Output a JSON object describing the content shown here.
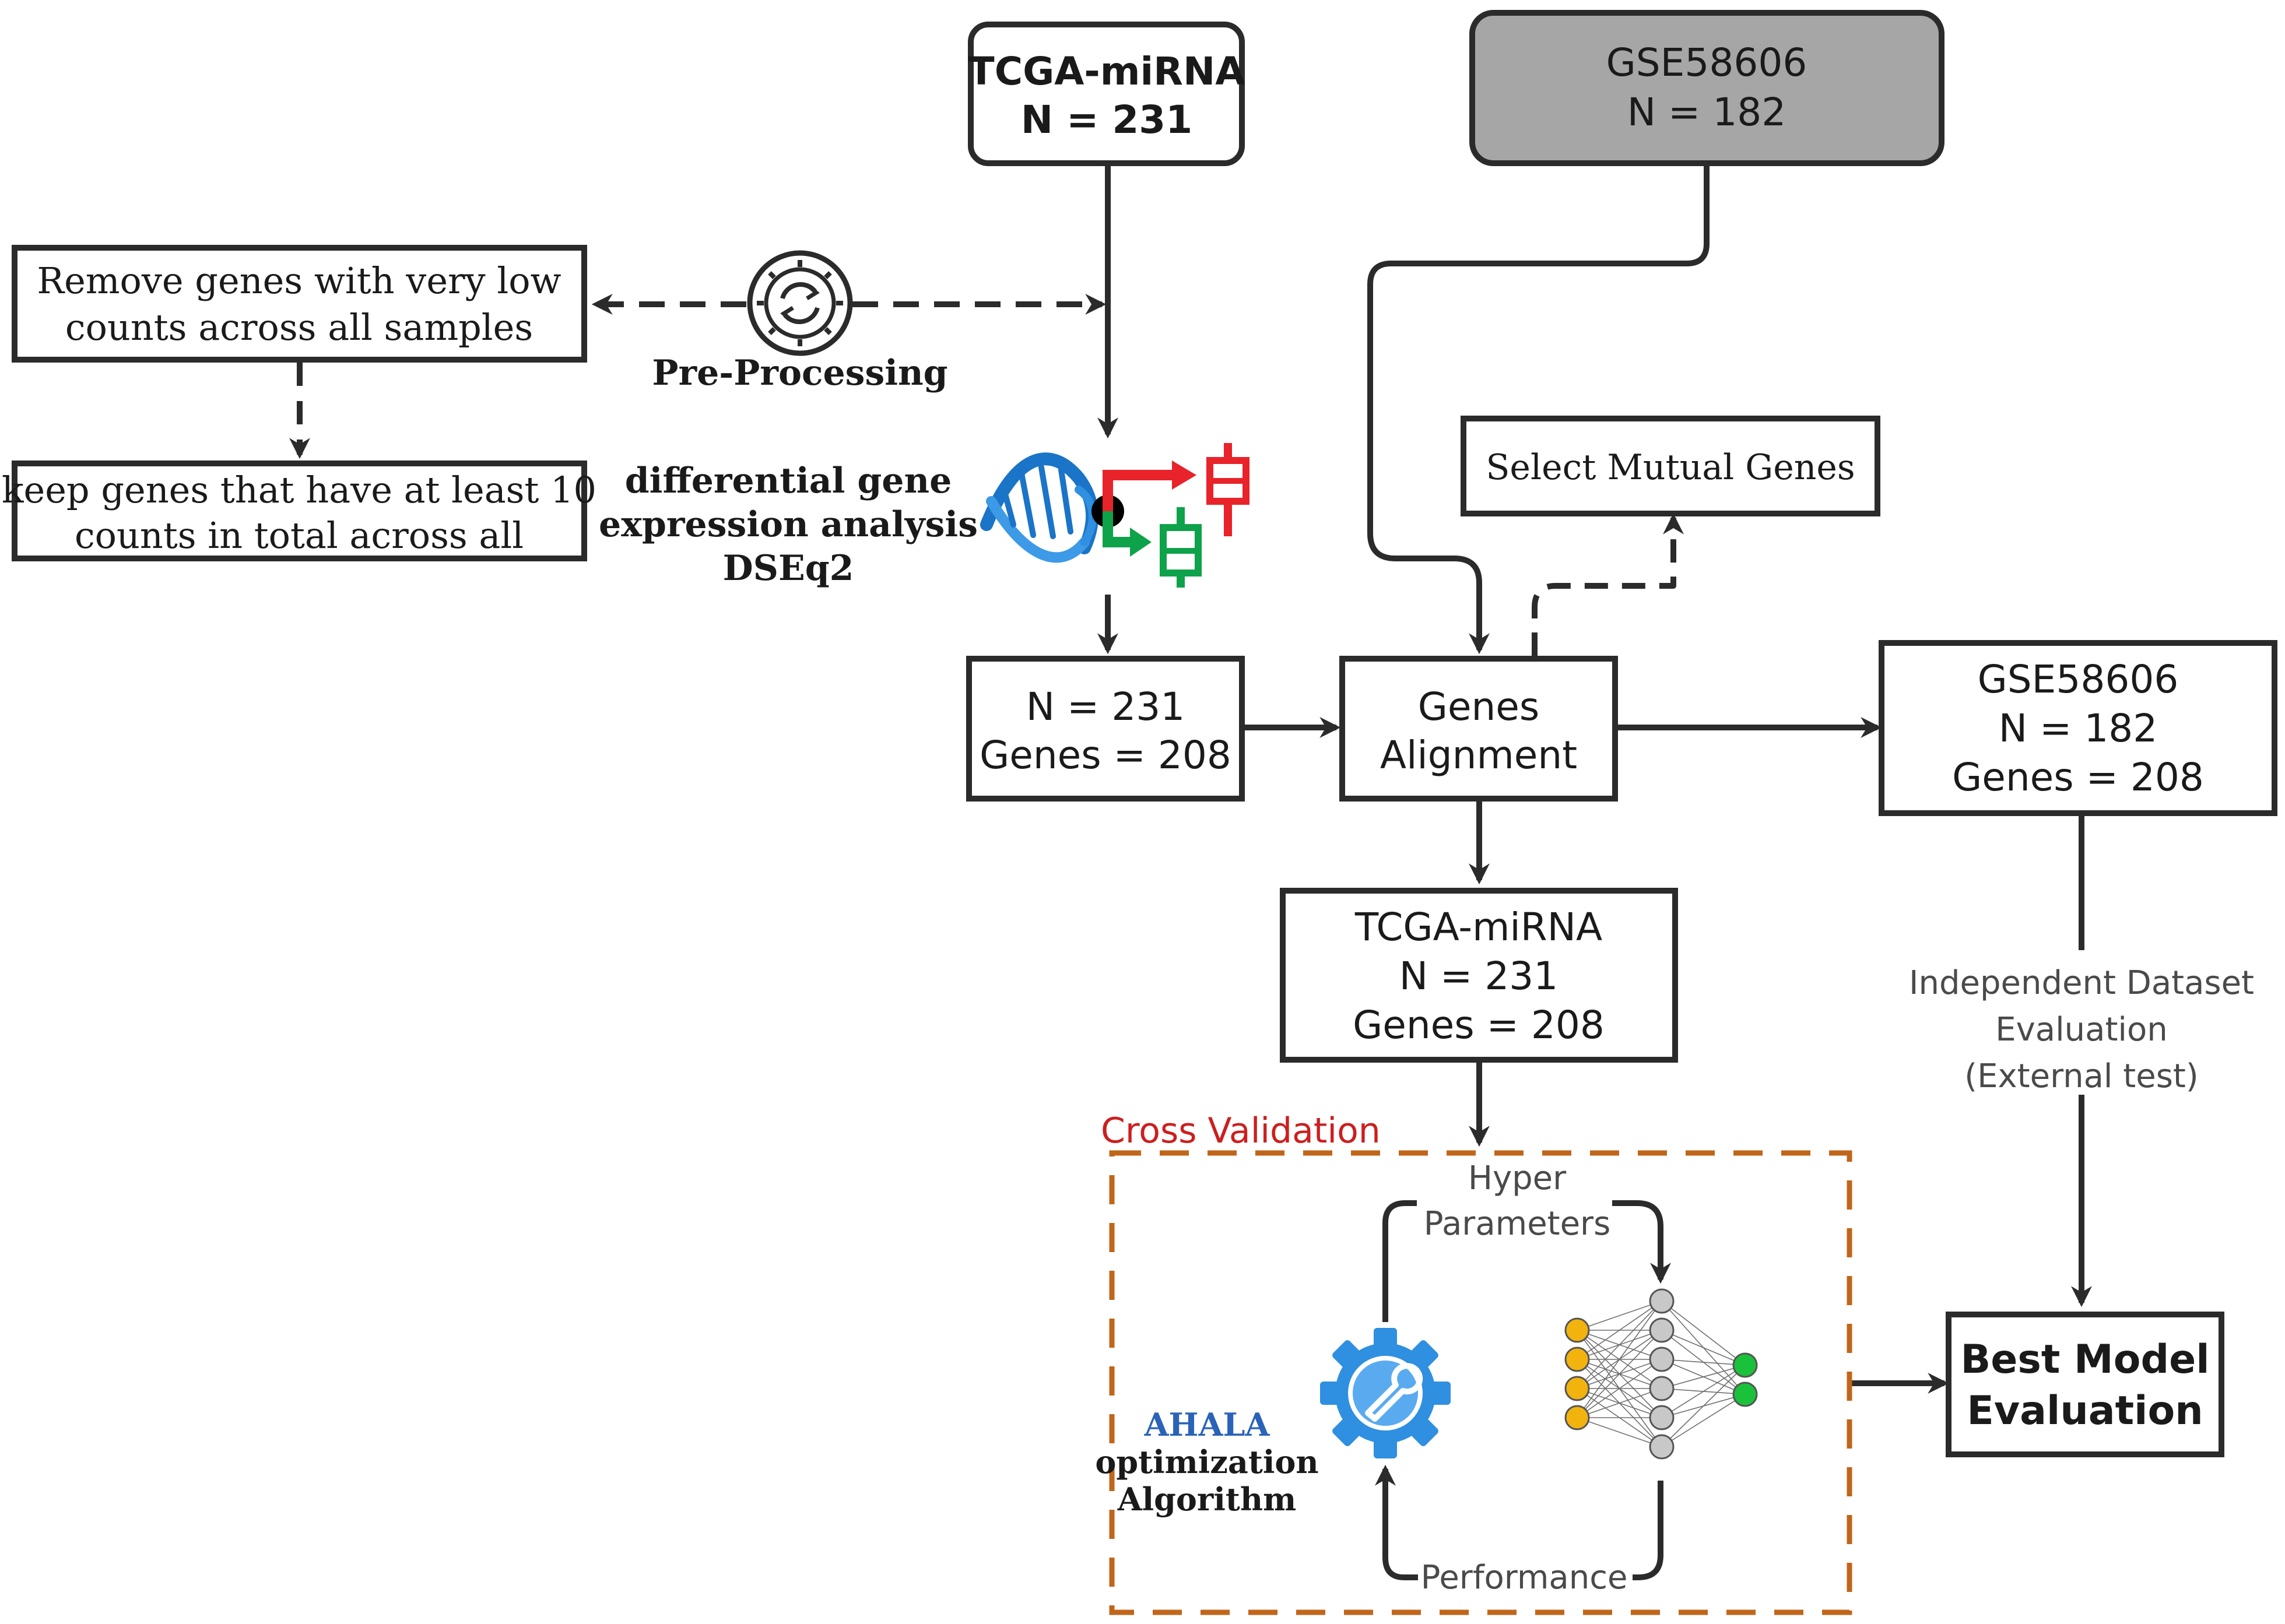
{
  "nodes": {
    "tcga_source": {
      "line1": "TCGA-miRNA",
      "line2": "N = 231"
    },
    "gse_source": {
      "line1": "GSE58606",
      "line2": "N = 182"
    },
    "remove_genes": {
      "line1": "Remove genes with very low",
      "line2": "counts across all samples"
    },
    "keep_genes": {
      "line1": "keep genes that have at least 10",
      "line2": "counts in total across all"
    },
    "preprocessing": {
      "label": "Pre-Processing"
    },
    "dge": {
      "line1": "differential gene",
      "line2": "expression analysis",
      "line3": "DSEq2"
    },
    "filtered": {
      "line1": "N = 231",
      "line2": "Genes = 208"
    },
    "alignment": {
      "line1": "Genes",
      "line2": "Alignment"
    },
    "mutual": {
      "label": "Select Mutual Genes"
    },
    "gse_aligned": {
      "line1": "GSE58606",
      "line2": "N = 182",
      "line3": "Genes = 208"
    },
    "tcga_aligned": {
      "line1": "TCGA-miRNA",
      "line2": "N = 231",
      "line3": "Genes = 208"
    },
    "independent": {
      "line1": "Independent Dataset",
      "line2": "Evaluation",
      "line3": "(External test)"
    },
    "cross_validation": {
      "label": "Cross Validation"
    },
    "hyper": {
      "line1": "Hyper",
      "line2": "Parameters"
    },
    "performance": {
      "label": "Performance"
    },
    "ahala": {
      "line1": "AHALA",
      "line2": "optimization",
      "line3": "Algorithm"
    },
    "best_model": {
      "line1": "Best Model",
      "line2": "Evaluation"
    }
  },
  "colors": {
    "stroke": "#2b2b2b",
    "gse_fill": "#a6a6a6",
    "cv_border": "#c0661a",
    "cv_label": "#cc1f1f",
    "ahala": "#2a63b8",
    "gear_blue": "#2f8fe0",
    "dna_blue": "#1a74c7",
    "red_mark": "#e8232a",
    "green_mark": "#0ea24a",
    "nn_input": "#f2b30f",
    "nn_hidden": "#c8c8c8",
    "nn_output": "#19c23a",
    "muted_text": "#4a4a4a"
  },
  "icons": [
    "gear-sync-icon",
    "dna-icon",
    "gear-wrench-icon",
    "neural-network-icon"
  ]
}
